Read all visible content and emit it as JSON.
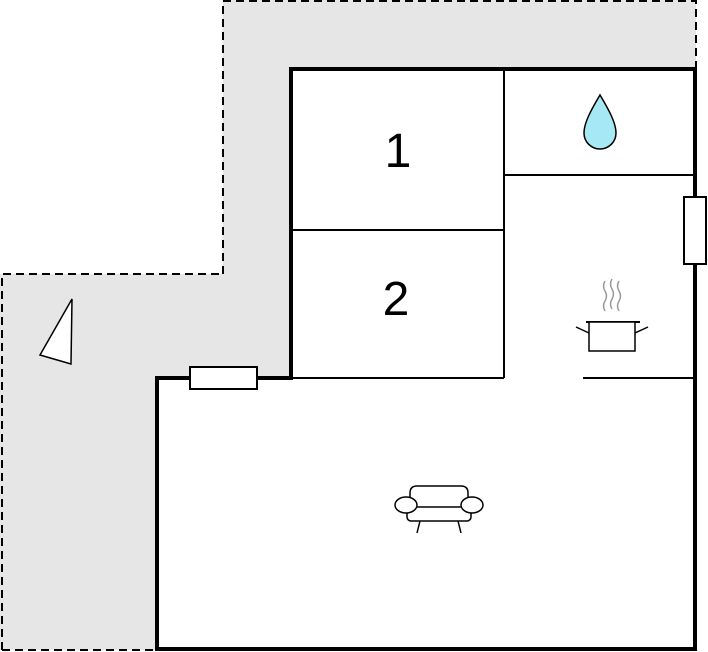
{
  "floorplan": {
    "rooms": [
      {
        "number": "1",
        "type": "bedroom"
      },
      {
        "number": "2",
        "type": "bedroom"
      }
    ],
    "icons": [
      "bathroom-water-drop-icon",
      "kitchen-cooking-pot-icon",
      "living-room-sofa-icon",
      "north-arrow-icon"
    ],
    "colors": {
      "terrace": "#e6e6e6",
      "wall": "#000000",
      "water_drop": "#a6e8f4"
    }
  }
}
